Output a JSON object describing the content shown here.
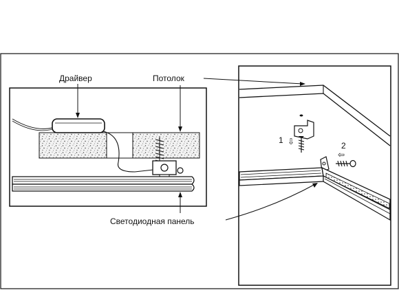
{
  "labels": {
    "driver": "Драйвер",
    "ceiling": "Потолок",
    "led_panel": "Светодиодная панель"
  },
  "steps": {
    "step1": "1",
    "step2": "2"
  },
  "colors": {
    "line": "#111111",
    "background": "#ffffff"
  }
}
